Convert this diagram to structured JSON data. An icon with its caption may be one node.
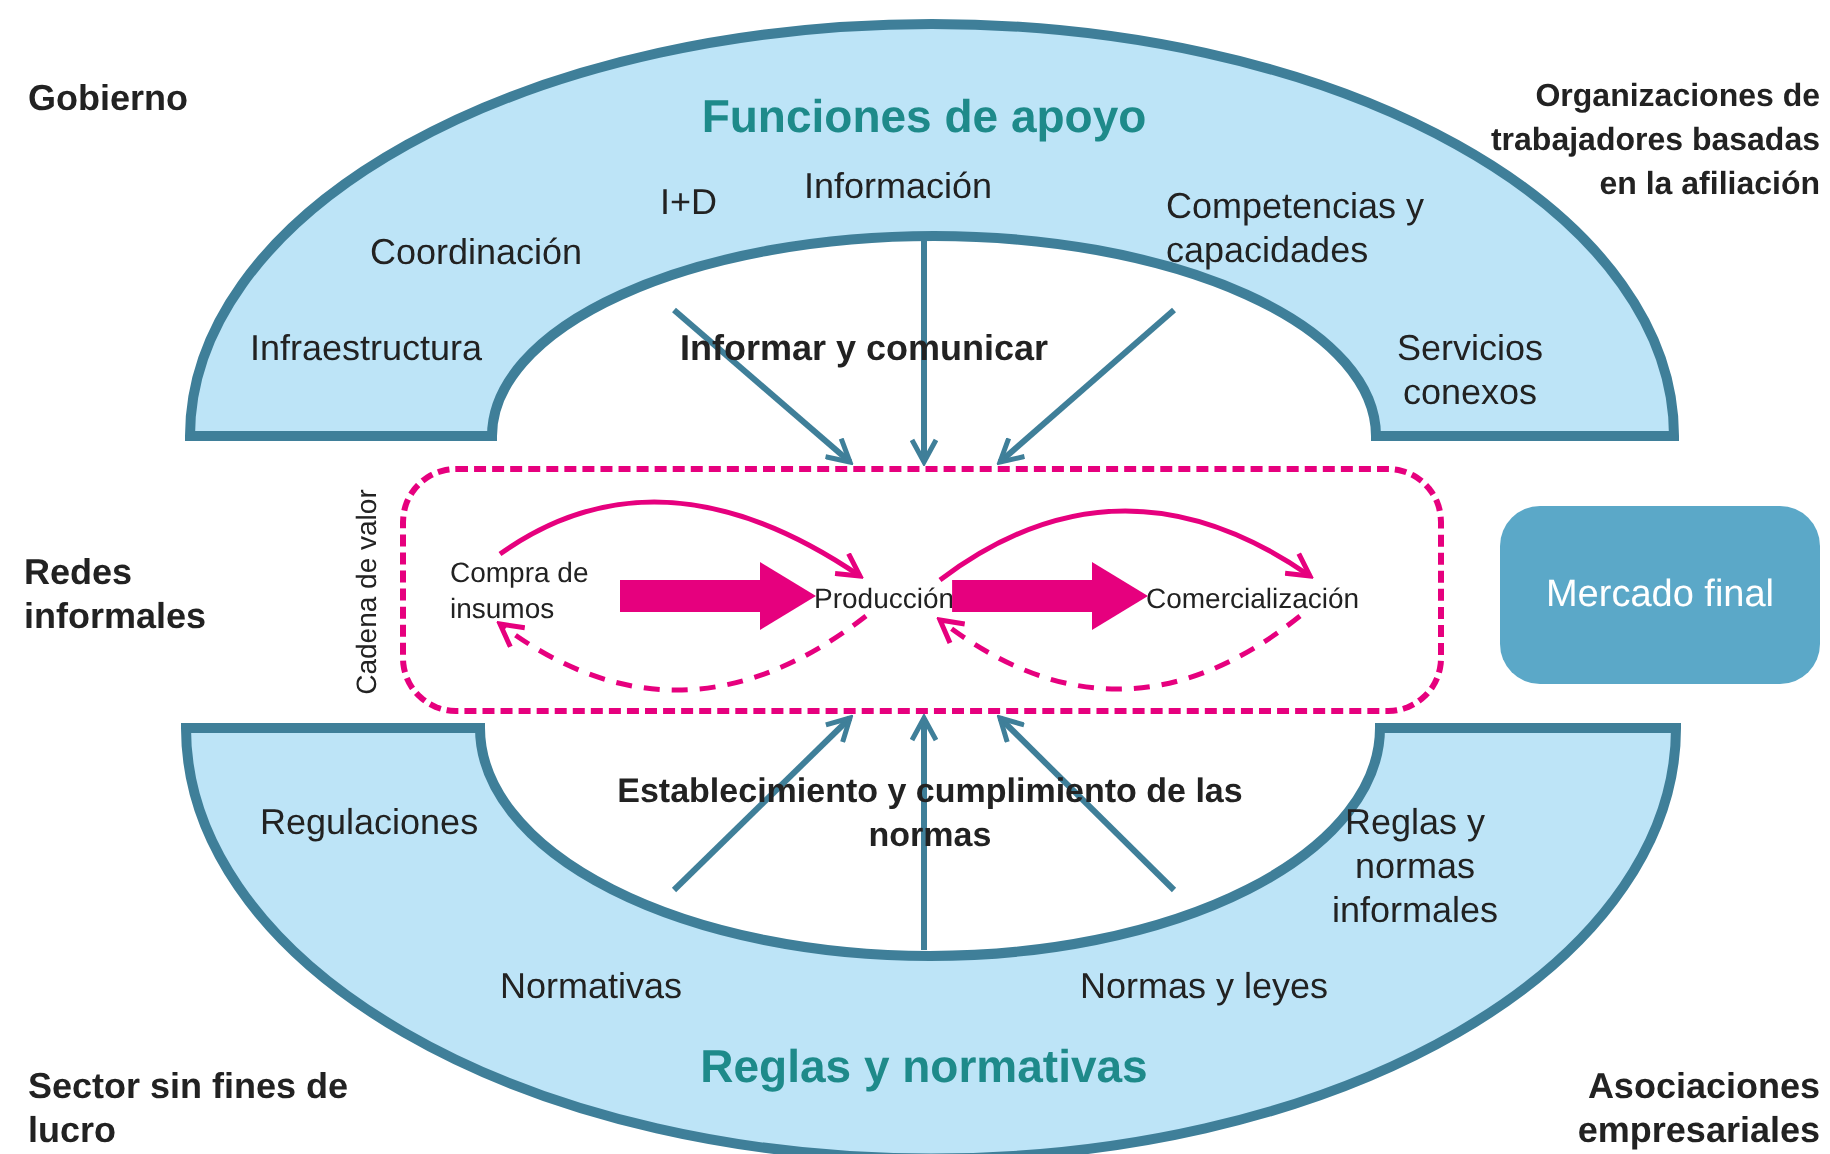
{
  "diagram": {
    "nodes": [
      {
        "text": [
          "Funciones de apoyo"
        ]
      },
      {
        "text": [
          "Cadena de valor"
        ]
      },
      {
        "text": [
          "Compra de insumos"
        ],
        "in": 1
      },
      {
        "text": [
          "Producción"
        ],
        "in": 1
      },
      {
        "text": [
          "Comercialización"
        ],
        "in": 1
      },
      {
        "text": [
          "Mercado final"
        ]
      },
      {
        "text": [
          "Reglas y normativas"
        ]
      }
    ],
    "edges": [
      {
        "from": 0,
        "to": 1,
        "arrow": "to"
      },
      {
        "from": 0,
        "to": 1,
        "arrow": "to"
      },
      {
        "from": 0,
        "to": 1,
        "arrow": "to"
      },
      {
        "from": 2,
        "to": 3,
        "arrow": "to",
        "color": "#e6007e"
      },
      {
        "from": 3,
        "to": 4,
        "arrow": "to",
        "color": "#e6007e"
      },
      {
        "from": 2,
        "to": 3,
        "arrow": "to",
        "style": "thick",
        "color": "#e6007e"
      },
      {
        "from": 3,
        "to": 4,
        "arrow": "to",
        "style": "thick",
        "color": "#e6007e"
      },
      {
        "from": 3,
        "to": 2,
        "arrow": "to",
        "style": "dashed",
        "color": "#e6007e"
      },
      {
        "from": 4,
        "to": 3,
        "arrow": "to",
        "style": "dashed",
        "color": "#e6007e"
      },
      {
        "from": 6,
        "to": 1,
        "arrow": "to"
      },
      {
        "from": 6,
        "to": 1,
        "arrow": "to"
      },
      {
        "from": 6,
        "to": 1,
        "arrow": "to"
      }
    ],
    "labels": [
      "Gobierno",
      "Organizaciones de trabajadores basadas en la afiliación",
      "I+D",
      "Información",
      "Coordinación",
      "Competencias y capacidades",
      "Infraestructura",
      "Informar y comunicar",
      "Servicios conexos",
      "Redes informales",
      "Regulaciones",
      "Establecimiento y cumplimiento de las normas",
      "Reglas y normas informales",
      "Normativas",
      "Normas y leyes",
      "Sector sin fines de lucro",
      "Asociaciones empresariales"
    ]
  }
}
